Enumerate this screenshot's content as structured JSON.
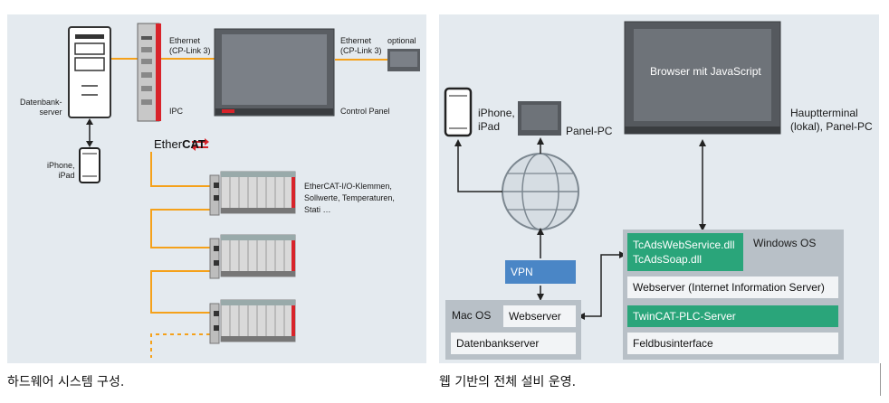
{
  "left": {
    "labels": {
      "ethernet1": "Ethernet\n(CP-Link 3)",
      "ethernet2": "Ethernet\n(CP-Link 3)",
      "optional": "optional",
      "datenbank": "Datenbank-\nserver",
      "ipc": "IPC",
      "control_panel": "Control Panel",
      "iphone": "iPhone,\niPad",
      "ethercat_a": "Ether",
      "ethercat_b": "CAT",
      "klemmen": "EtherCAT-I/O-Klemmen,\nSollwerte, Temperaturen,\nStati …"
    },
    "caption": "하드웨어 시스템 구성."
  },
  "right": {
    "labels": {
      "browser": "Browser mit JavaScript",
      "hauptterminal": "Hauptterminal\n(lokal), Panel-PC",
      "iphone": "iPhone,\niPad",
      "panel_pc": "Panel-PC",
      "vpn": "VPN",
      "mac_os": "Mac OS",
      "webserver": "Webserver",
      "datenbankserver": "Datenbankserver",
      "tcads": "TcAdsWebService.dll\nTcAdsSoap.dll",
      "windows_os": "Windows OS",
      "webserver_iis": "Webserver (Internet Information Server)",
      "plc_server": "TwinCAT-PLC-Server",
      "feldbus": "Feldbusinterface"
    },
    "caption": "웹 기반의 전체 설비 운영."
  },
  "colors": {
    "orange": "#f5a11a",
    "red": "#d8232a",
    "green": "#2aa57a",
    "vpn_blue": "#4a86c6",
    "panel_bg": "#e4eaef"
  }
}
